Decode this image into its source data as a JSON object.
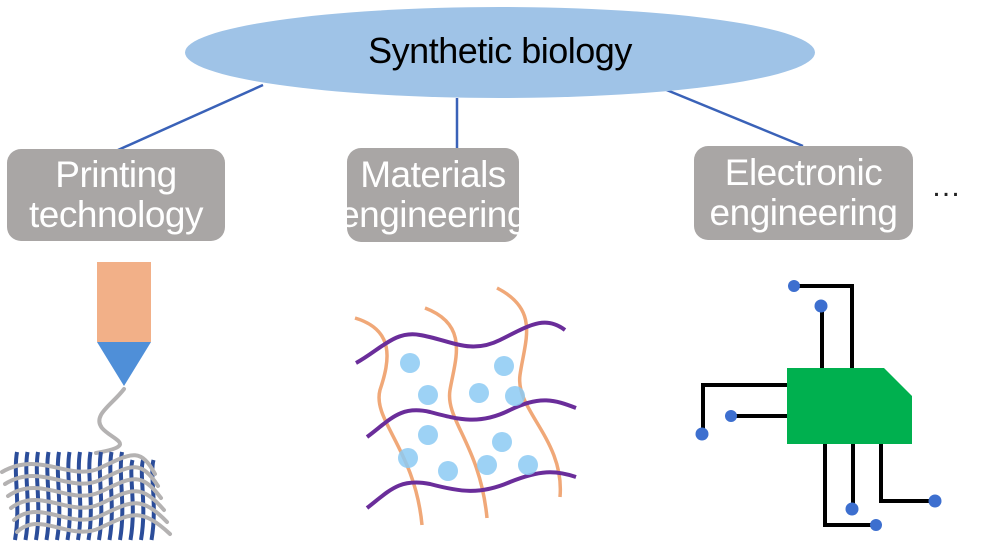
{
  "diagram": {
    "root": {
      "label": "Synthetic biology",
      "color": "#9fc3e7"
    },
    "branches": [
      {
        "id": "printing",
        "lines": [
          "Printing",
          "technology"
        ],
        "illustration": "3d-printer-nozzle-with-woven-mesh"
      },
      {
        "id": "materials",
        "lines": [
          "Materials",
          "engineering"
        ],
        "illustration": "hydrogel-polymer-network-with-particles"
      },
      {
        "id": "electronic",
        "lines": [
          "Electronic",
          "engineering"
        ],
        "illustration": "circuit-chip-with-pins"
      }
    ],
    "more_indicator": "…",
    "colors": {
      "connector": "#3a62b8",
      "branch_box": "#a9a6a5",
      "nozzle_body": "#f2b088",
      "nozzle_tip": "#4f8fd8",
      "filament": "#b4b2b2",
      "mesh_strands": "#2b4d9a",
      "polymer_orange": "#f0a878",
      "polymer_purple": "#6a2d9a",
      "particles": "#8ccaf3",
      "chip": "#00b04f",
      "pin_wire": "#000000",
      "pin_dot": "#3d6fcf"
    }
  }
}
